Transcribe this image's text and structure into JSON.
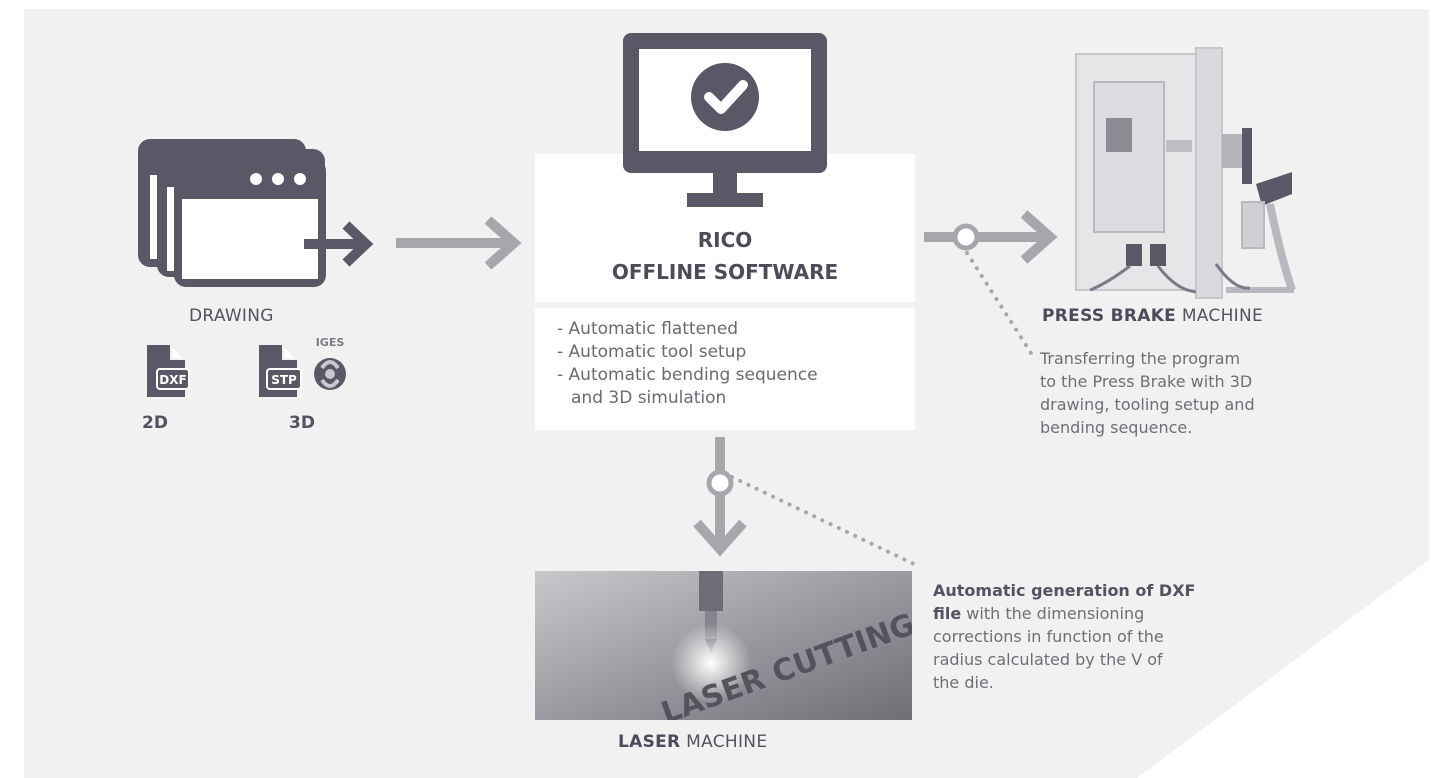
{
  "colors": {
    "background": "#f1f1f2",
    "dark": "#5a5766",
    "arrow": "#a7a6ad",
    "panel": "#ffffff"
  },
  "software": {
    "title_line1": "RICO",
    "title_line2": "OFFLINE SOFTWARE",
    "features": [
      "- Automatic flattened",
      "- Automatic tool setup",
      "- Automatic bending sequence",
      "and  3D simulation"
    ]
  },
  "drawing": {
    "label": "DRAWING",
    "dxf_tag": "DXF",
    "stp_tag": "STP",
    "iges_tag": "IGES",
    "label_2d": "2D",
    "label_3d": "3D"
  },
  "press_brake": {
    "label_bold": "PRESS BRAKE",
    "label_rest": " MACHINE",
    "description": [
      "Transferring the program",
      "to the Press Brake with 3D",
      "drawing, tooling setup and",
      "bending sequence."
    ]
  },
  "laser": {
    "label_bold": "LASER",
    "label_rest": " MACHINE",
    "photo_text": "LASER CUTTING",
    "description_bold": [
      "Automatic generation of DXF",
      "file"
    ],
    "description_rest": [
      " with the dimensioning",
      "corrections in function of the",
      "radius calculated by the V of",
      "the die."
    ]
  },
  "icons": [
    "window-stack-icon",
    "monitor-check-icon",
    "dxf-file-icon",
    "stp-file-icon",
    "iges-badge-icon",
    "press-brake-machine-icon",
    "laser-cutting-photo"
  ]
}
